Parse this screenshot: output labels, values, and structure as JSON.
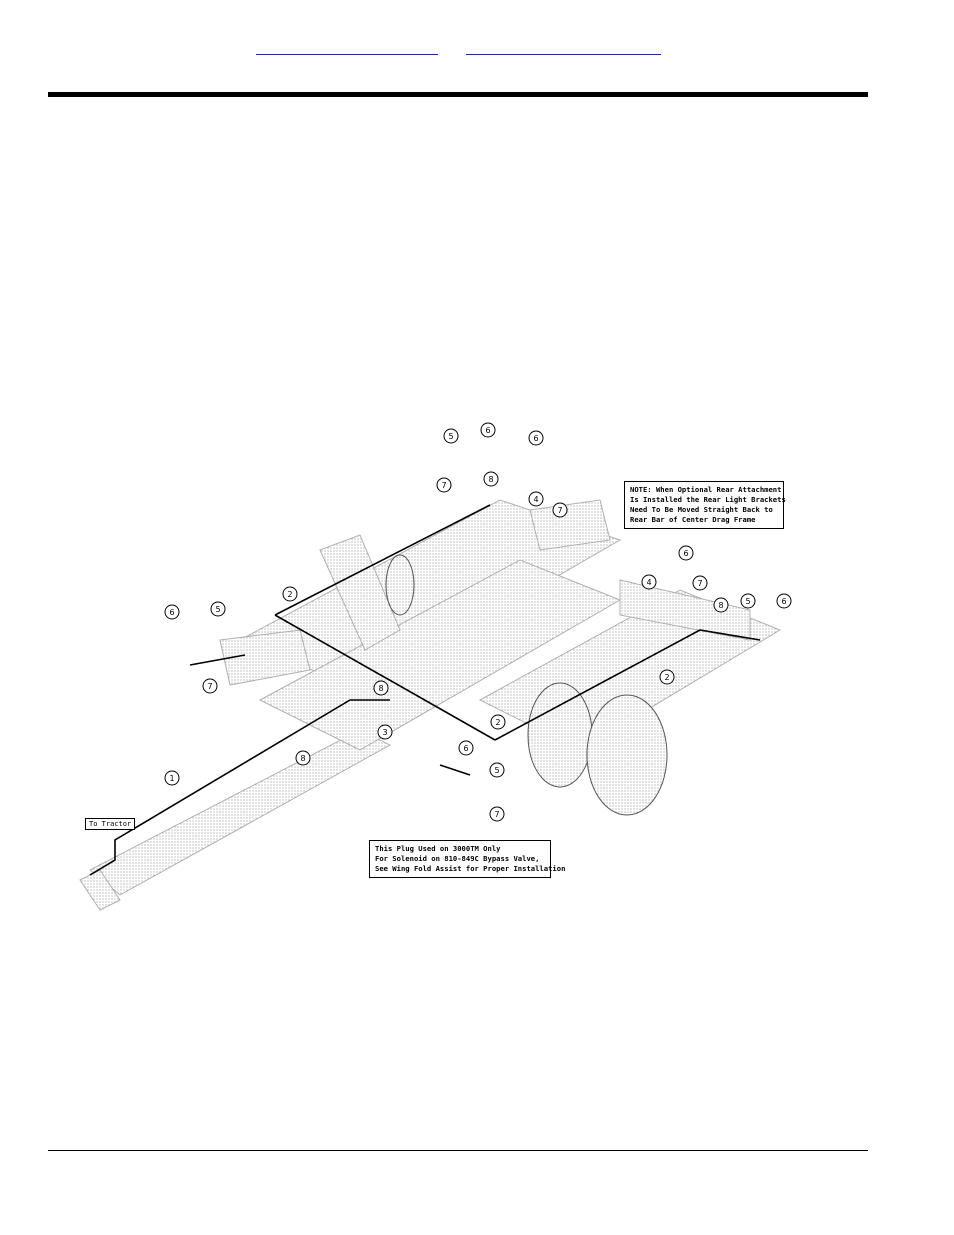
{
  "header": {
    "link_a": "",
    "link_b": ""
  },
  "drawing": {
    "callouts": [
      "5",
      "6",
      "6",
      "7",
      "8",
      "4",
      "7",
      "6",
      "5",
      "2",
      "6",
      "4",
      "7",
      "8",
      "5",
      "6",
      "2",
      "7",
      "8",
      "3",
      "2",
      "6",
      "5",
      "8",
      "7",
      "1"
    ],
    "note_rear": [
      "NOTE: When Optional Rear Attachment",
      "Is Installed the Rear Light Brackets",
      "Need To Be Moved Straight Back to",
      "Rear Bar of Center Drag Frame"
    ],
    "note_plug": [
      "This Plug Used on 3000TM Only",
      "For Solenoid on 810-849C Bypass Valve,",
      "See Wing Fold Assist for Proper Installation"
    ],
    "tag_tractor": "To Tractor"
  },
  "colors": {
    "link": "#1a1aff",
    "rule": "#000000",
    "frame": "#b9b9b9"
  }
}
